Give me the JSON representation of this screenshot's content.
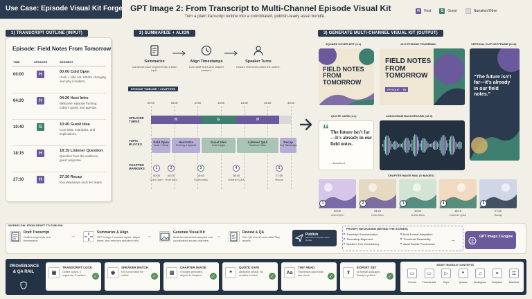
{
  "use_case": "Use Case: Episode Visual Kit Forge",
  "title": "GPT Image 2: From Transcript to Multi-Channel Episode Visual Kit",
  "subtitle": "Turn a plain transcript outline into a coordinated, publish-ready asset bundle.",
  "legend": {
    "host_badge": "H",
    "host": "Host",
    "guest_badge": "G",
    "guest": "Guest",
    "narration": "Narration/Other",
    "host_color": "#6a5a9c",
    "guest_color": "#3e7f70",
    "narr_color": "#d8d8d8"
  },
  "transcript": {
    "header": "1) TRANSCRIPT OUTLINE (INPUT)",
    "episode": "Episode: Field Notes From Tomorrow",
    "col_time": "TIME",
    "col_speaker": "SPEAKER",
    "col_segment": "SEGMENT",
    "rows": [
      {
        "time": "00:00",
        "badge": "H",
        "title": "00:00 Cold Open",
        "desc": "Hook + vibe set. What's changing and why it matters."
      },
      {
        "time": "04:20",
        "badge": "H",
        "title": "04:20 Host Intro",
        "desc": "Welcome, episode framing, today's guest, and agenda."
      },
      {
        "time": "10:40",
        "badge": "G",
        "title": "10:40 Guest Idea",
        "desc": "Core idea, examples, and implications."
      },
      {
        "time": "18:15",
        "badge": "H",
        "title": "18:15 Listener Question",
        "desc": "Question from the audience, guest response."
      },
      {
        "time": "27:30",
        "badge": "H",
        "title": "27:30 Recap",
        "desc": "Key takeaways and next steps."
      }
    ]
  },
  "summarize": {
    "header": "2) SUMMARIZE + ALIGN",
    "steps": [
      {
        "icon": "document-icon",
        "title": "Summarize",
        "desc": "Condense each segment into a short topic."
      },
      {
        "icon": "clock-icon",
        "title": "Align Timestamps",
        "desc": "Lock start times and chapter markers."
      },
      {
        "icon": "speaker-turns-icon",
        "title": "Speaker Turns",
        "desc": "Ensure H/G turns match the outline."
      }
    ],
    "timeline_label": "EPISODE TIMELINE + CHAPTERS",
    "ticks": [
      "00:00",
      "05:00",
      "10:00",
      "15:00",
      "20:00",
      "25:00",
      "30:00"
    ],
    "row_speaker": "SPEAKER TURNS",
    "row_topic": "TOPIC BLOCKS",
    "row_chapter": "CHAPTER MARKERS",
    "turns": [
      {
        "label": "H",
        "start": 0,
        "end": 10.67,
        "speaker": "host"
      },
      {
        "label": "G",
        "start": 10.67,
        "end": 18.25,
        "speaker": "guest"
      },
      {
        "label": "H",
        "start": 18.25,
        "end": 27.5,
        "speaker": "host"
      },
      {
        "label": "",
        "start": 27.5,
        "end": 30,
        "speaker": "narration"
      }
    ],
    "topics": [
      {
        "title": "Cold Open",
        "sub": "Hook + Setup"
      },
      {
        "title": "Host Intro",
        "sub": "Framing & Agenda"
      },
      {
        "title": "Guest Idea",
        "sub": "Core Insight"
      },
      {
        "title": "Listener Q&A",
        "sub": "Audience Voice"
      },
      {
        "title": "Recap",
        "sub": "Key Takeaways"
      }
    ],
    "markers": [
      {
        "n": "1",
        "time": "00:00",
        "name": "Cold Open"
      },
      {
        "n": "2",
        "time": "04:20",
        "name": "Host Intro"
      },
      {
        "n": "3",
        "time": "10:40",
        "name": "Guest Idea"
      },
      {
        "n": "4",
        "time": "18:15",
        "name": "Listener Q&A"
      },
      {
        "n": "5",
        "time": "27:30",
        "name": "Recap"
      }
    ]
  },
  "generate": {
    "header": "3) GENERATE MULTI-CHANNEL VISUAL KIT (OUTPUT)",
    "square_label": "SQUARE COVER ART (1:1)",
    "square_title": "FIELD NOTES FROM TOMORROW",
    "thumb_label": "16:9 EPISODE THUMBNAIL",
    "thumb_title": "FIELD NOTES FROM TOMORROW",
    "thumb_episode": "EPISODE",
    "thumb_num": "01",
    "vertical_label": "VERTICAL CLIP KEYFRAME (9:16)",
    "vertical_quote": "“The future isn't far—it's already in our field notes.”",
    "quote_label": "QUOTE CARD (1:1)",
    "quote_text": "The future isn't far—it's already in our field notes.",
    "quote_attrib": "— EPISODE 01",
    "audiogram_label": "AUDIOGRAM BACKGROUND (16:9)",
    "rail_label": "CHAPTER IMAGE RAIL (5 IMAGES)"
  },
  "workflow": {
    "label": "WORKFLOW: FROM DRAFT TO PUBLISH",
    "steps": [
      {
        "icon": "transcript-icon",
        "title": "Draft Transcript",
        "desc": "Outline segments and timestamps."
      },
      {
        "icon": "align-icon",
        "title": "Summarize & Align",
        "desc": "GPT Image 2 creates topics, aligns times, and enforces speaker turns."
      },
      {
        "icon": "image-icon",
        "title": "Generate Visual Kit",
        "desc": "Multi-format assets adapted and coordinated across channels."
      },
      {
        "icon": "review-icon",
        "title": "Review & QA",
        "desc": "Run QA checks and refine any assets."
      }
    ],
    "publish_title": "Publish",
    "publish_desc": "Export the complete asset bundle."
  },
  "mechanism": {
    "label": "PROMPT MECHANISM (BEHIND THE SCENES)",
    "left": [
      "Transcript Summarization",
      "Timestamp Alignment",
      "Speaker-Turn Consistency"
    ],
    "right": [
      "Multi-Format Adaptation",
      "Thumbnail Readability",
      "Asset Bundle Provenance"
    ],
    "engine": "GPT Image 2 Engine"
  },
  "provenance": {
    "label": "PROVENANCE & QA RAIL",
    "checks": [
      {
        "icon": "lock-icon",
        "title": "TRANSCRIPT LOCK",
        "desc": "Outline locked. 5 segments, 5 markers."
      },
      {
        "icon": "speaker-icon",
        "title": "SPEAKER MATCH",
        "desc": "H/G turns match the outline."
      },
      {
        "icon": "chapter-image-icon",
        "title": "CHAPTER IMAGE",
        "desc": "5 images generated. Aligned to chapters."
      },
      {
        "icon": "quote-icon",
        "title": "QUOTE SAFE",
        "desc": "Attribution neutral. No sensitive content."
      },
      {
        "icon": "font-icon",
        "title": "TINY READ",
        "desc": "Thumbnails pass small-size check."
      },
      {
        "icon": "export-icon",
        "title": "EXPORT SET",
        "desc": "All formats packaged. Ready to publish."
      }
    ]
  },
  "bundle": {
    "label": "ASSET BUNDLE CONTENTS",
    "items": [
      "Covers",
      "Thumbnails",
      "Clips",
      "Quotes",
      "Audiogram",
      "Chapters",
      "Manifest"
    ]
  }
}
